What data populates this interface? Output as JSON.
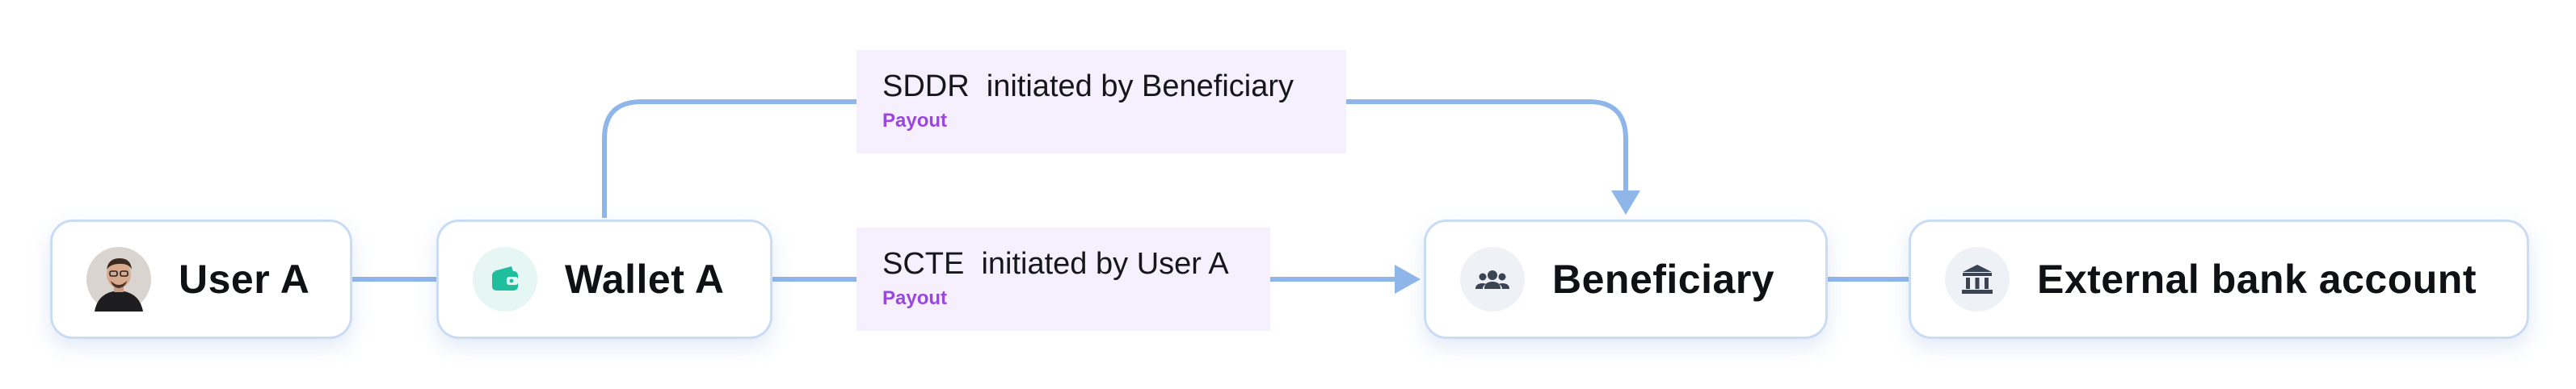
{
  "nodes": [
    {
      "id": "user-a",
      "label": "User A",
      "icon": "user-avatar"
    },
    {
      "id": "wallet-a",
      "label": "Wallet A",
      "icon": "wallet-icon"
    },
    {
      "id": "beneficiary",
      "label": "Beneficiary",
      "icon": "group-icon"
    },
    {
      "id": "bank",
      "label": "External bank account",
      "icon": "bank-icon"
    }
  ],
  "edges": [
    {
      "id": "sddr",
      "title": "SDDR  initiated by Beneficiary",
      "tag": "Payout"
    },
    {
      "id": "scte",
      "title": "SCTE  initiated by User A",
      "tag": "Payout"
    }
  ],
  "colors": {
    "connector": "#8fb6e8",
    "node_border": "#c9dcf4",
    "label_bg": "#f6effd",
    "tag": "#9a46e0",
    "wallet_accent": "#1fbf9e"
  }
}
